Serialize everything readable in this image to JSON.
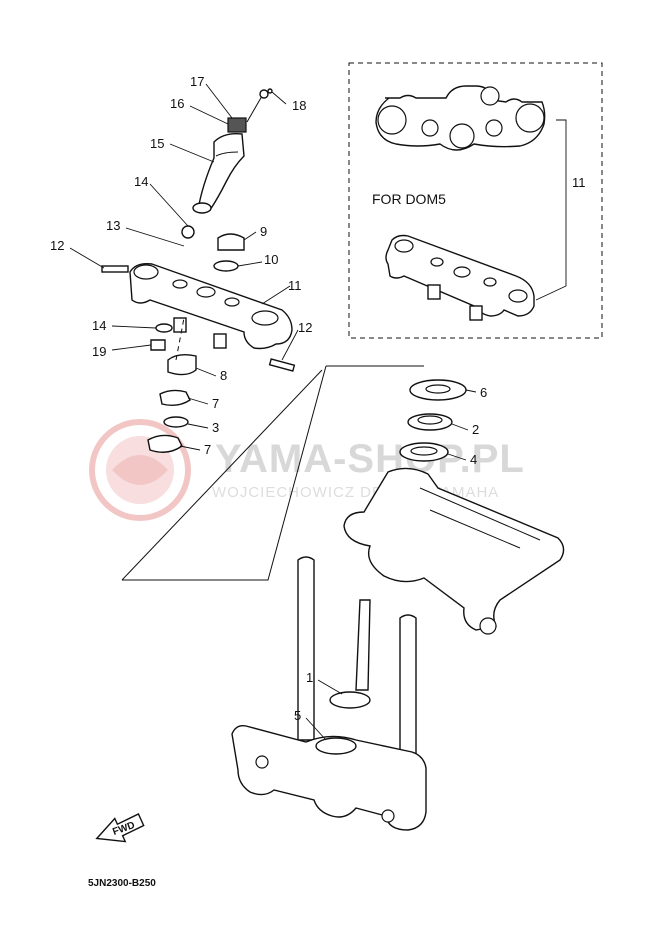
{
  "inset": {
    "caption": "FOR DOM5",
    "callout": "11"
  },
  "watermark": {
    "brand": "YAMA-SHOP.PL",
    "subline": "WOJCIECHOWICZ DEALER YAMAHA"
  },
  "fwd_label": "FWD",
  "diagram_ref": "5JN2300-B250",
  "callouts": {
    "c1": "1",
    "c2": "2",
    "c3": "3",
    "c4": "4",
    "c5": "5",
    "c6": "6",
    "c7a": "7",
    "c7b": "7",
    "c8": "8",
    "c9": "9",
    "c10": "10",
    "c11": "11",
    "c12a": "12",
    "c12b": "12",
    "c13": "13",
    "c14a": "14",
    "c14b": "14",
    "c15": "15",
    "c16": "16",
    "c17": "17",
    "c18": "18",
    "c19": "19"
  },
  "colors": {
    "line": "#111111",
    "watermark_text": "#d8d8d8",
    "watermark_logo": "#f3c6c6"
  }
}
